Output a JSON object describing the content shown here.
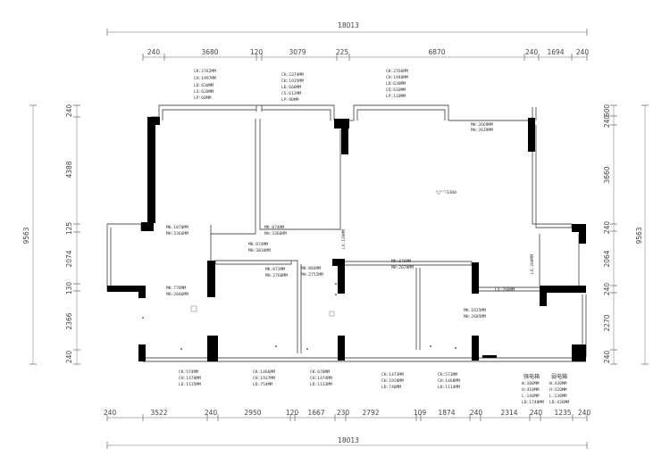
{
  "dimensions": {
    "total_top": "18013",
    "total_bottom": "18013",
    "total_left": "9563",
    "total_right": "9563",
    "top": [
      "240",
      "3680",
      "120",
      "3079",
      "225",
      "6870",
      "240",
      "1694",
      "240"
    ],
    "bottom": [
      "240",
      "3522",
      "240",
      "2950",
      "120",
      "1667",
      "230",
      "2792",
      "109",
      "1874",
      "240",
      "2314",
      "240",
      "1235",
      "240"
    ],
    "left": [
      "240",
      "4388",
      "125",
      "2074",
      "130",
      "2366",
      "240"
    ],
    "right": [
      "600",
      "240",
      "3660",
      "240",
      "2064",
      "240",
      "2270",
      "240"
    ]
  },
  "windows_top": [
    [
      "CK:2762MM",
      "CH:1997MM",
      "LD:630MM",
      "LS:620MM",
      "LP:60MM"
    ],
    [
      "CK:2374MM",
      "CH:1935MM",
      "LD:660MM",
      "CS:612MM",
      "LP:90MM"
    ],
    [
      "CK:2766MM",
      "CH:1940MM",
      "LD:630MM",
      "CS:610MM",
      "LP:110MM"
    ]
  ],
  "room_labels": [
    [
      "MK:2669MM",
      "MH:2639MM"
    ],
    [
      "MK:1070MM",
      "MH:3366MM"
    ],
    [
      "MK:874MM",
      "MH:3366MM"
    ],
    [
      "MK:874MM",
      "MH:3016MM"
    ],
    [
      "MK:872MM",
      "MH:2760MM"
    ],
    [
      "MK:884MM",
      "MH:2752MM"
    ],
    [
      "MK:876MM",
      "MH:2678MM"
    ],
    [
      "MK:778MM",
      "MH:2846MM"
    ],
    [
      "MK:1625MM",
      "MH:2685MM"
    ]
  ],
  "beam_labels": {
    "lx_mid": "LX:130MM",
    "lx_right_v": "LX:200MM",
    "lx_right_h": "LX:200MM",
    "ceiling_mark": "-3300"
  },
  "windows_bottom": [
    [
      "CK:574MM",
      "CH:1470MM",
      "LD:1135MM"
    ],
    [
      "CK:1466MM",
      "CH:1937MM",
      "LD:754MM"
    ],
    [
      "CK:670MM",
      "CH:1474MM",
      "LD:1133MM"
    ],
    [
      "CK:1473MM",
      "CH:1928MM",
      "LD:740MM"
    ],
    [
      "CK:573MM",
      "CH:1468MM",
      "LD:1114MM"
    ]
  ],
  "electric_boxes": [
    {
      "title": "强电箱",
      "lines": [
        "W:380MM",
        "H:410MM",
        "L:140MM",
        "LD:1748MM"
      ]
    },
    {
      "title": "弱电箱",
      "lines": [
        "W:430MM",
        "H:320MM",
        "L:130MM",
        "LD:426MM"
      ]
    }
  ]
}
